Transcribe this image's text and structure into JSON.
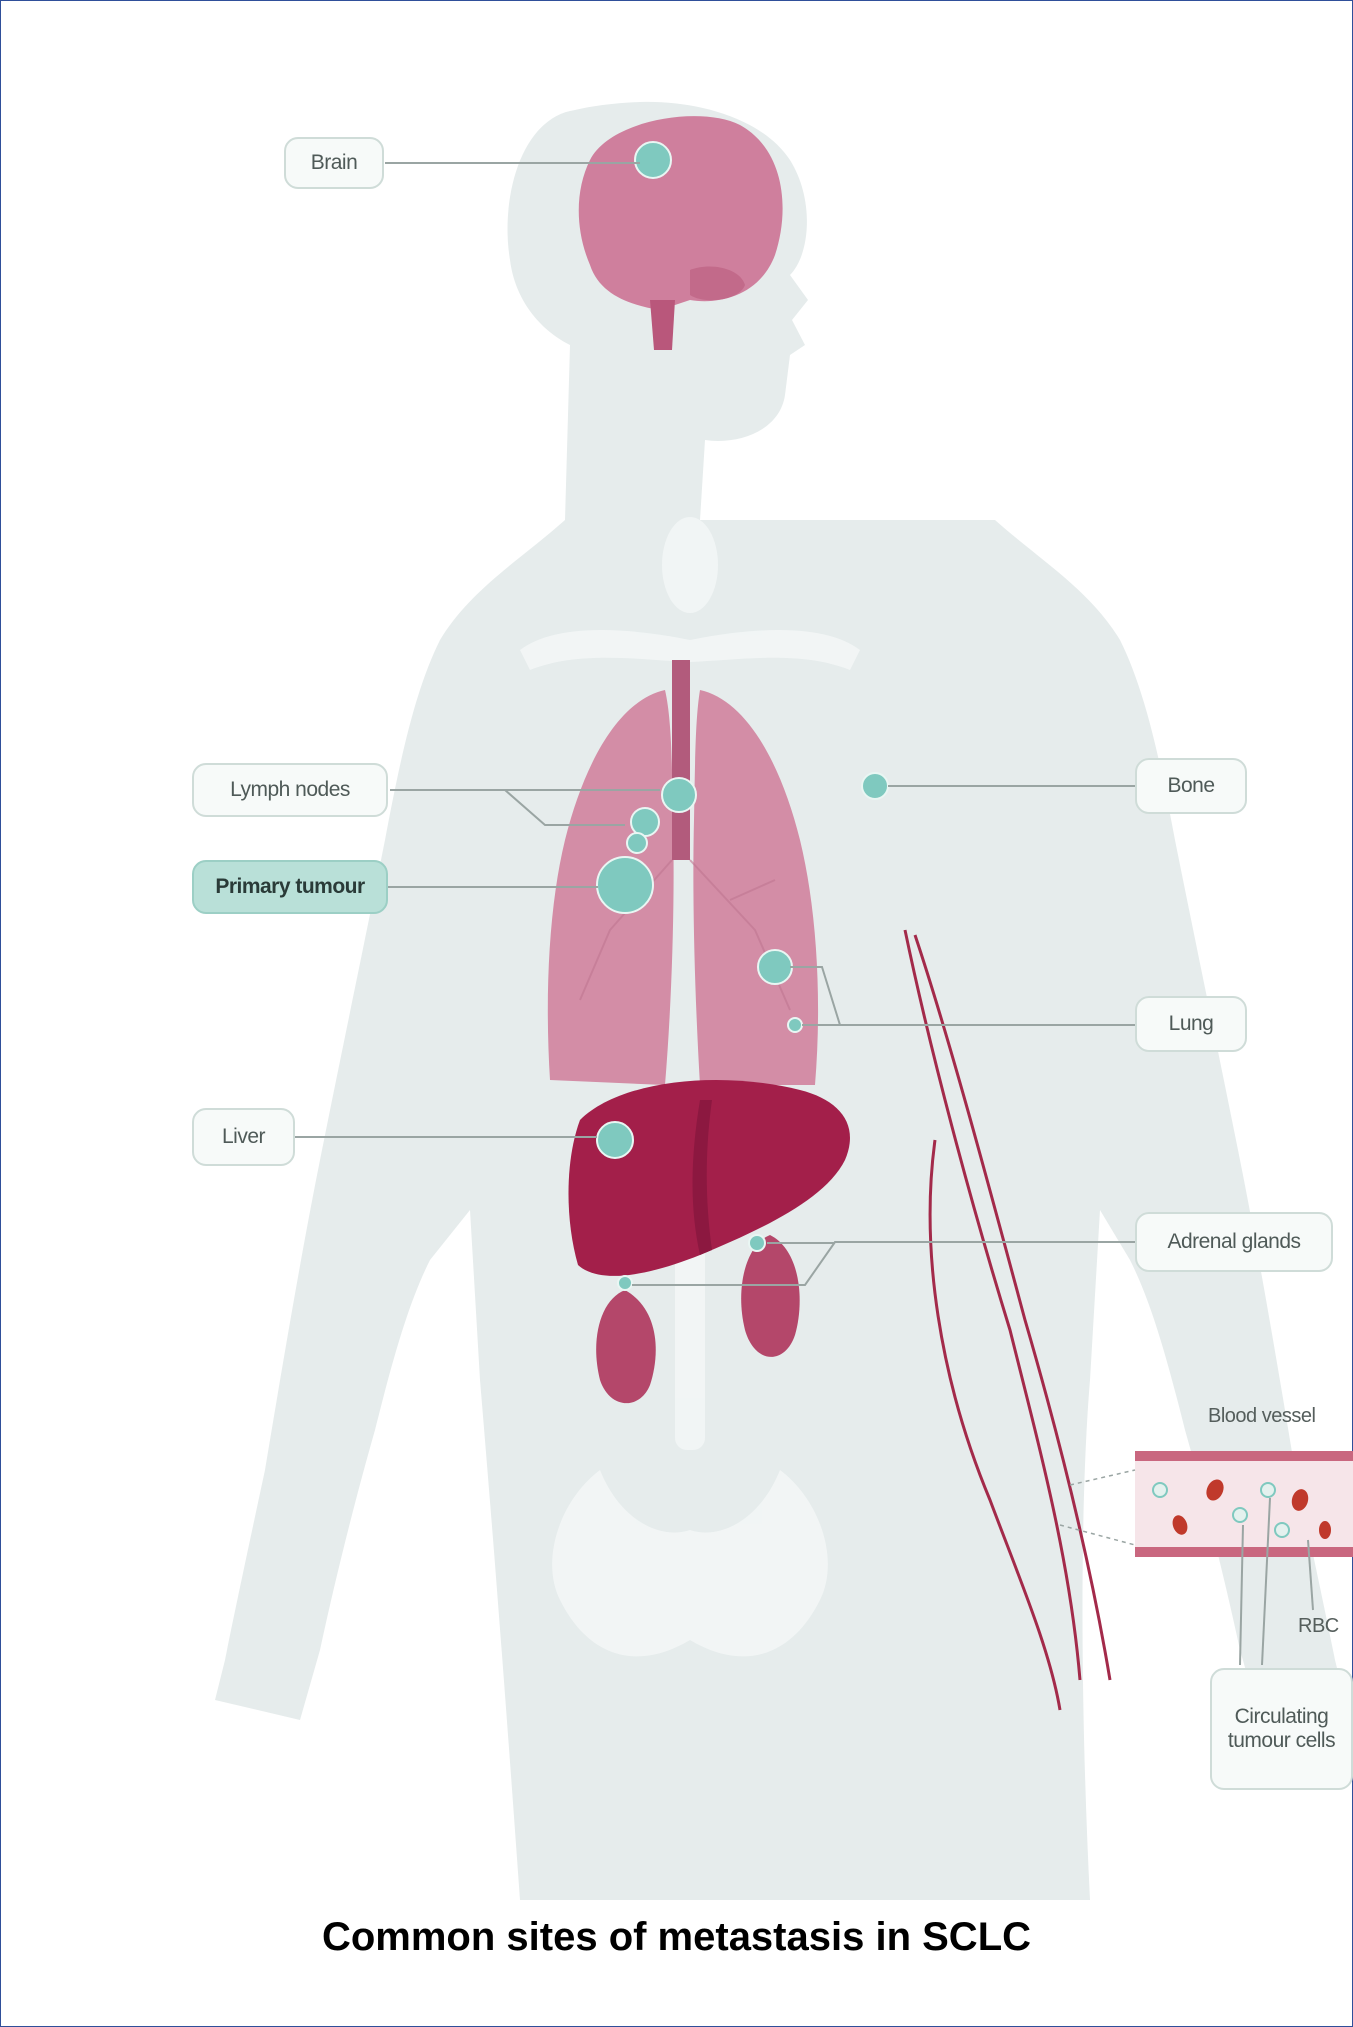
{
  "labels": {
    "brain": "Brain",
    "lymph_nodes": "Lymph nodes",
    "primary_tumour": "Primary tumour",
    "liver": "Liver",
    "bone": "Bone",
    "lung": "Lung",
    "adrenal_glands": "Adrenal glands",
    "blood_vessel": "Blood vessel",
    "rbc": "RBC",
    "circulating_tumour_cells_line1": "Circulating",
    "circulating_tumour_cells_line2": "tumour cells"
  },
  "caption": "Common sites of metastasis in SCLC",
  "colors": {
    "body_silhouette": "#e6ecec",
    "skeleton": "#f3f6f6",
    "lung": "#d38da6",
    "brain": "#cf7f9d",
    "liver": "#a31f4a",
    "kidney": "#b4476a",
    "tumour": "#7fc9bf",
    "primary_label_fill": "#b9e0d8",
    "leader_line": "#9aa5a3",
    "frame_border": "#2f4f9a"
  }
}
